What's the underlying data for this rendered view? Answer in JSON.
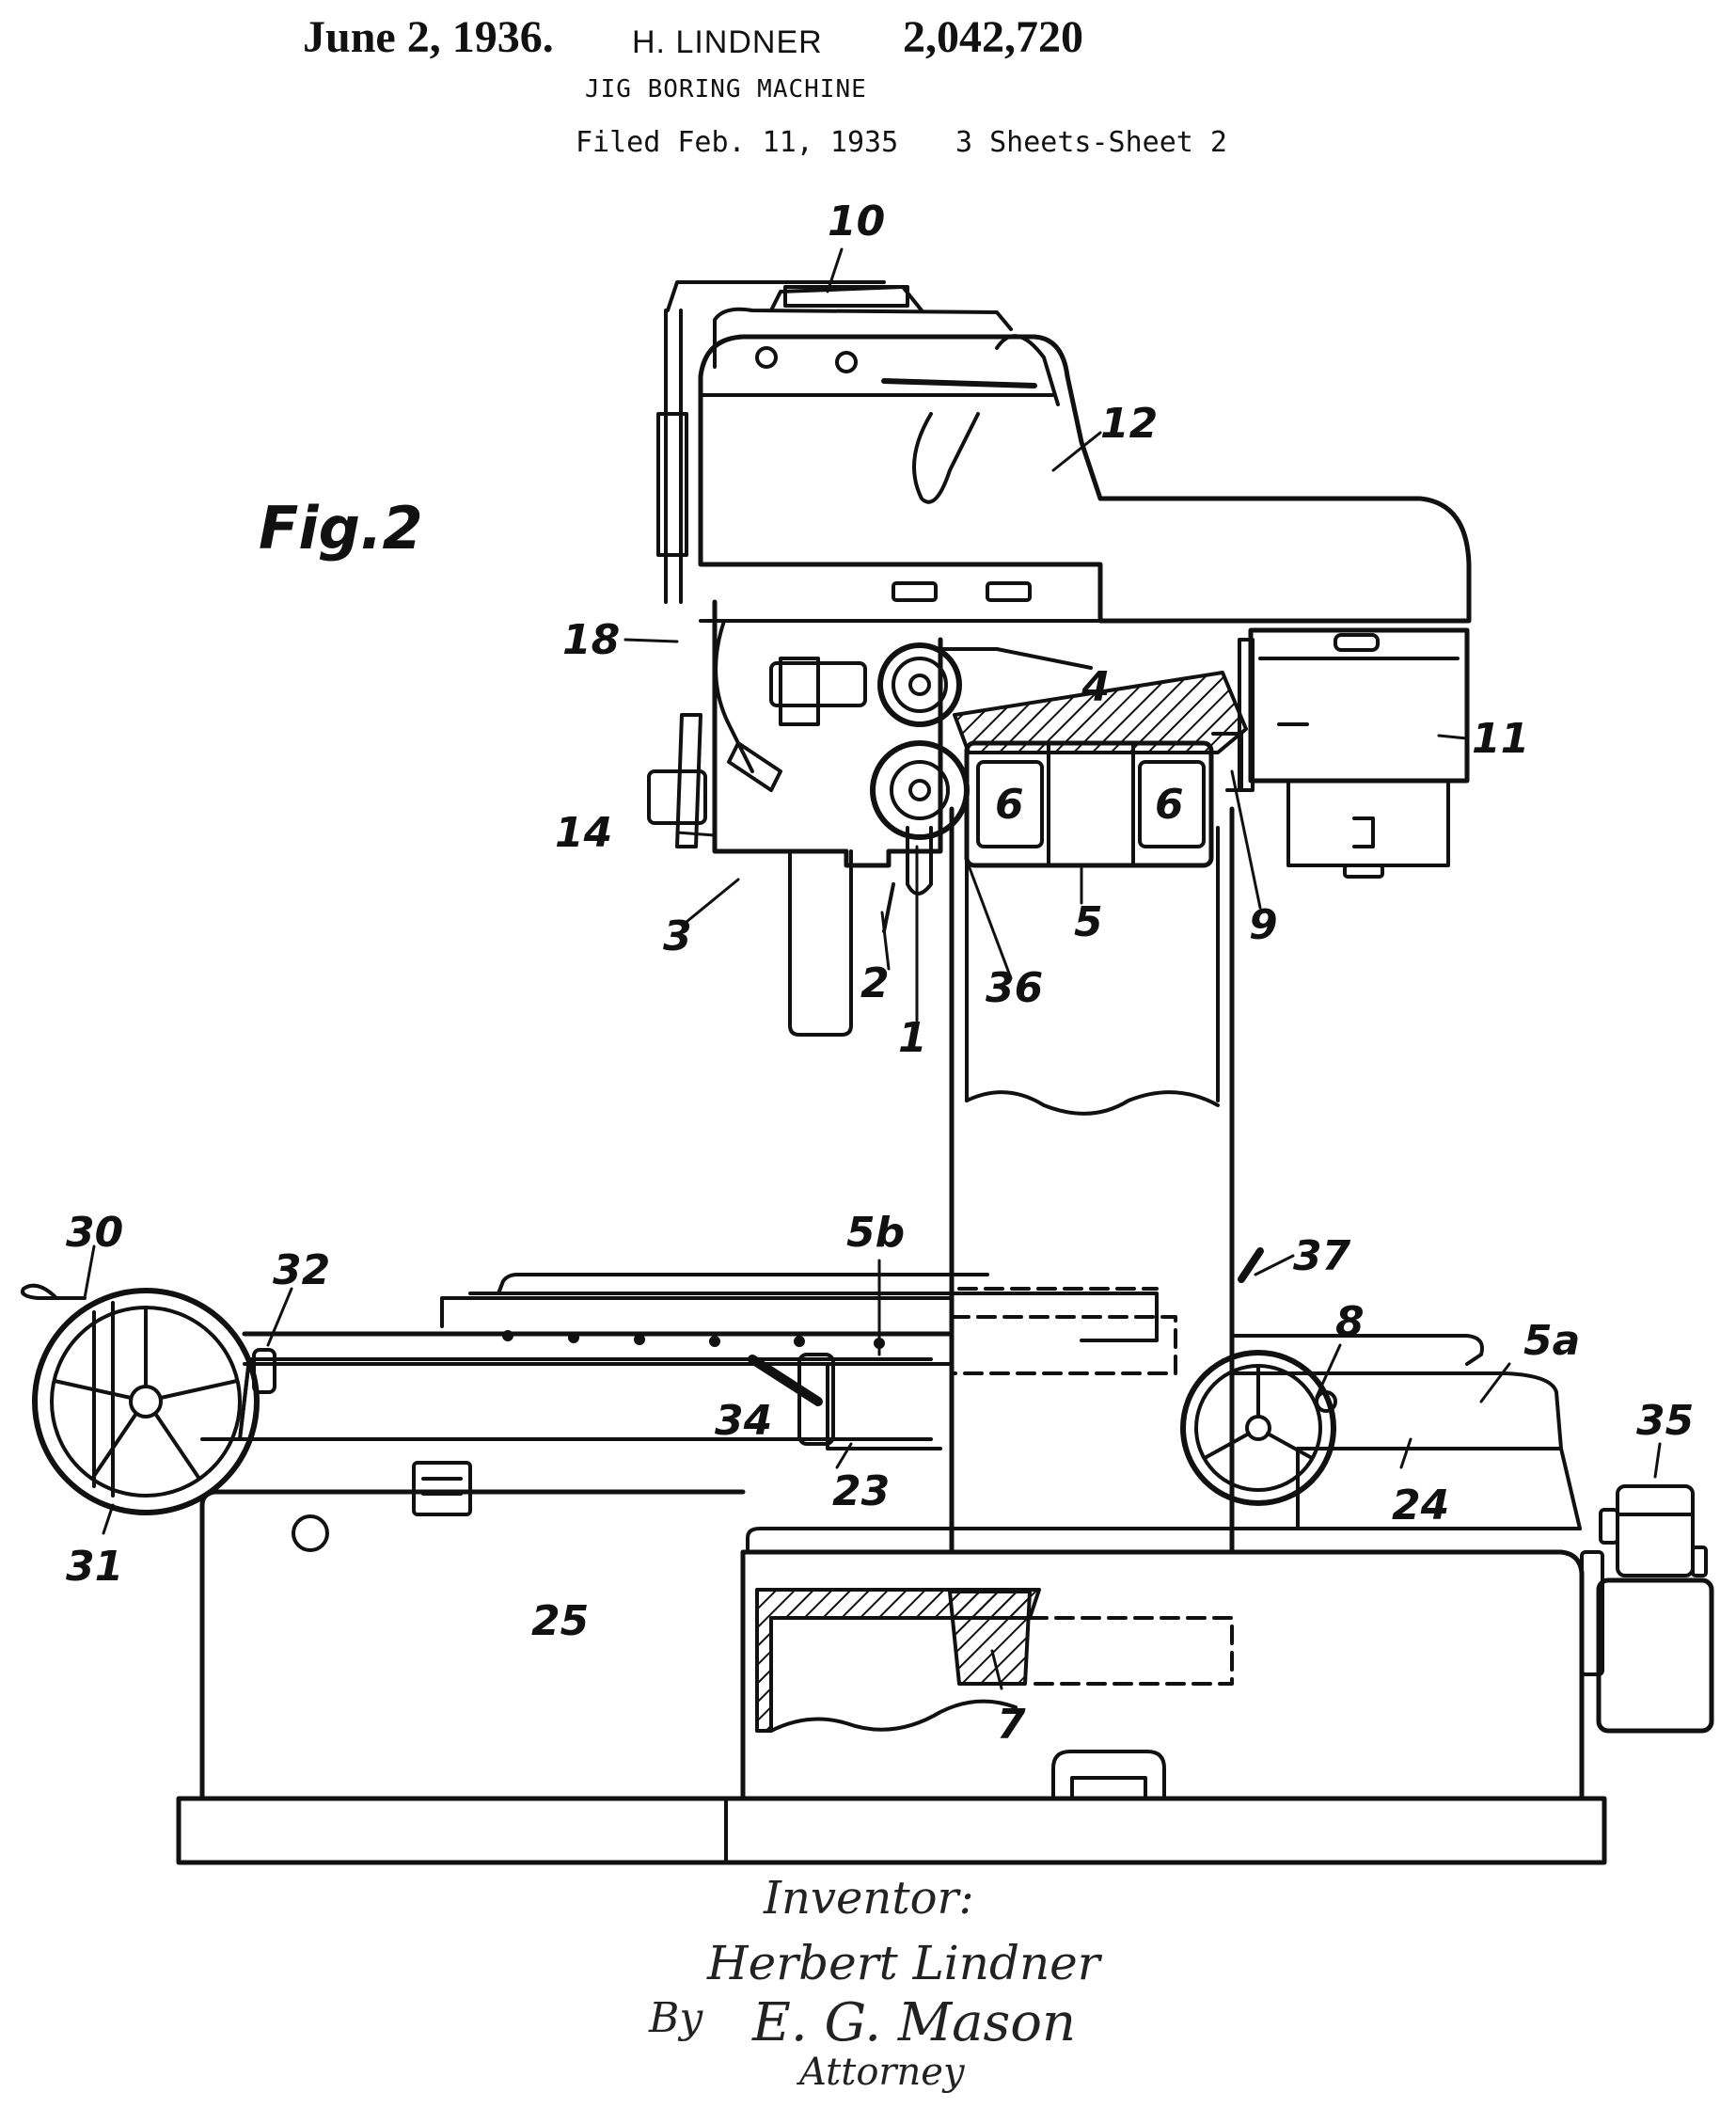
{
  "header": {
    "date": "June 2, 1936.",
    "inventor": "H. LINDNER",
    "patent_number": "2,042,720",
    "title": "JIG BORING MACHINE",
    "filed": "Filed Feb. 11, 1935",
    "sheets": "3 Sheets-Sheet 2"
  },
  "figure": {
    "label": "Fig.2",
    "reference_numerals": [
      "10",
      "12",
      "18",
      "4",
      "11",
      "6",
      "6",
      "14",
      "3",
      "2",
      "36",
      "5",
      "9",
      "1",
      "30",
      "32",
      "5b",
      "37",
      "8",
      "5a",
      "35",
      "34",
      "23",
      "24",
      "31",
      "25",
      "7"
    ]
  },
  "signature": {
    "inventor_label": "Inventor:",
    "inventor_name": "Herbert Lindner",
    "by": "By",
    "attorney_name": "E. G. Mason",
    "attorney_label": "Attorney"
  },
  "colors": {
    "ink": "#111111",
    "paper": "#ffffff"
  }
}
